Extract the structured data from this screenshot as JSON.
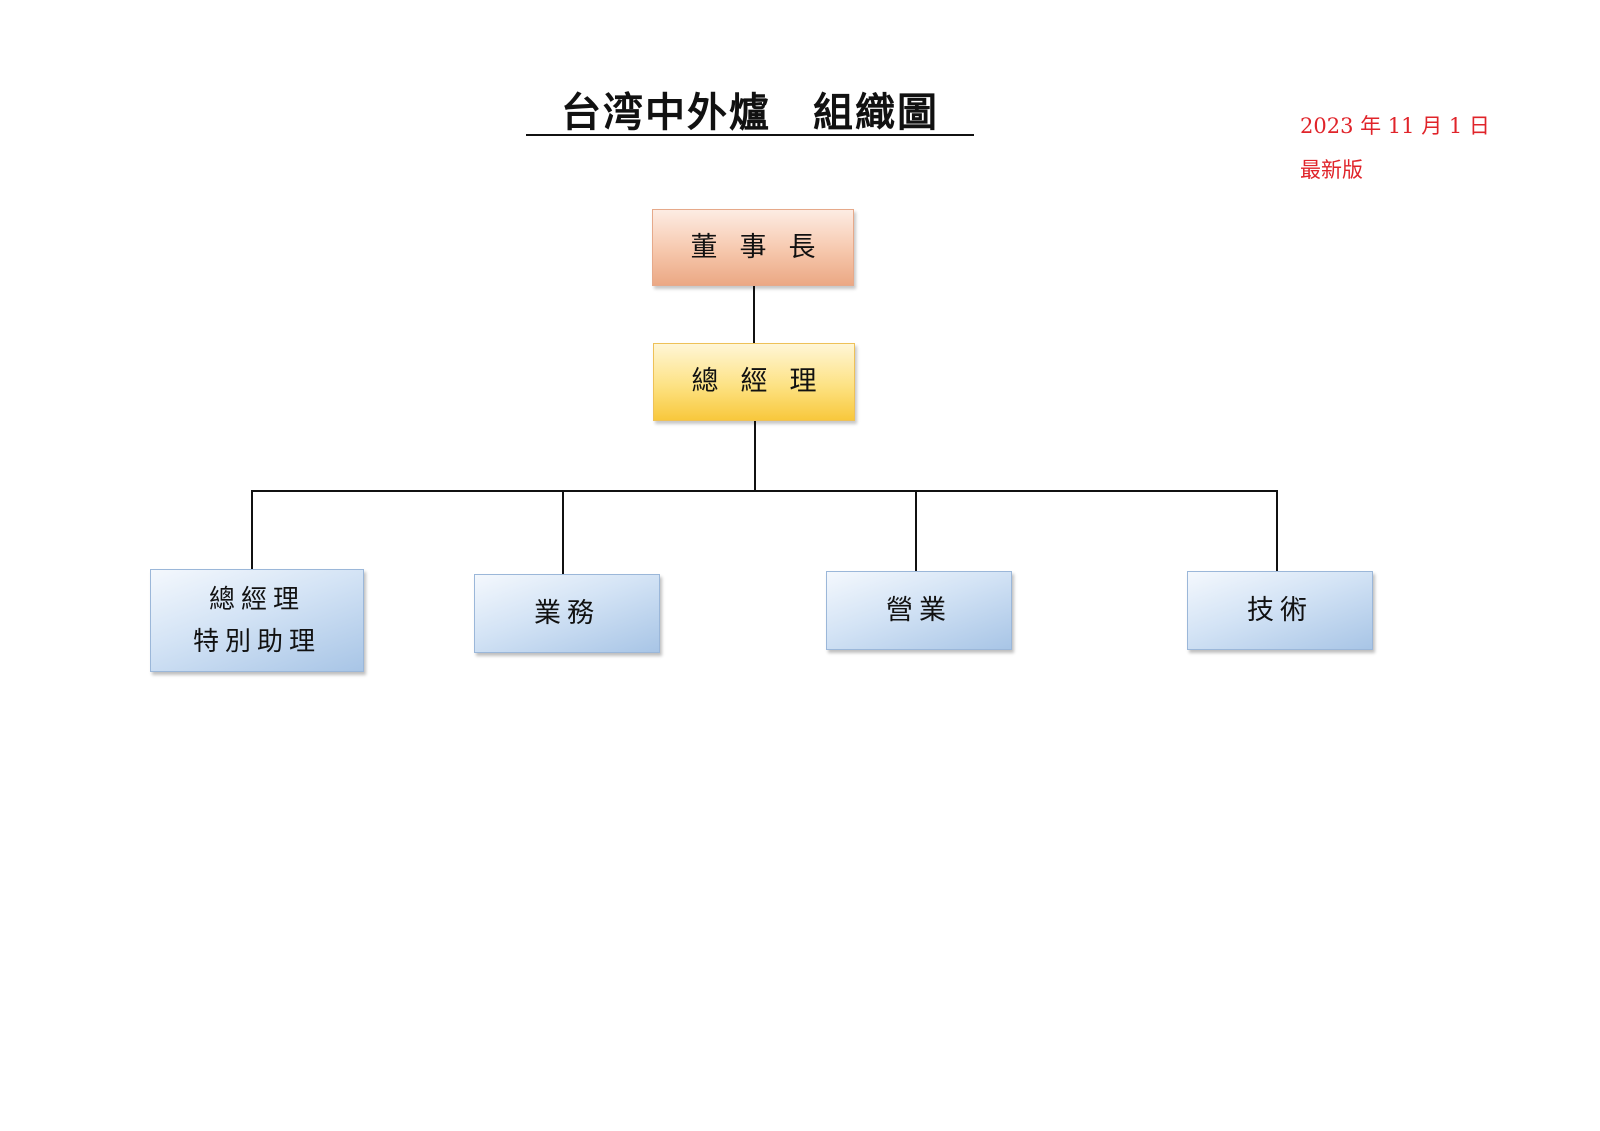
{
  "title": "台湾中外爐　組織圖",
  "meta": {
    "date": "2023 年 11 月 1 日",
    "version": "最新版"
  },
  "chart": {
    "chairman": "董事長",
    "general_manager": "總經理",
    "departments": [
      {
        "lines": [
          "總經理",
          "特別助理"
        ]
      },
      {
        "lines": [
          "業務"
        ]
      },
      {
        "lines": [
          "營業"
        ]
      },
      {
        "lines": [
          "技術"
        ]
      }
    ]
  },
  "colors": {
    "chairman_fill": "#f6c7ac",
    "general_manager_fill": "#fde283",
    "department_fill": "#c9dcf1",
    "meta_text": "#e0242a",
    "connector": "#111111"
  }
}
